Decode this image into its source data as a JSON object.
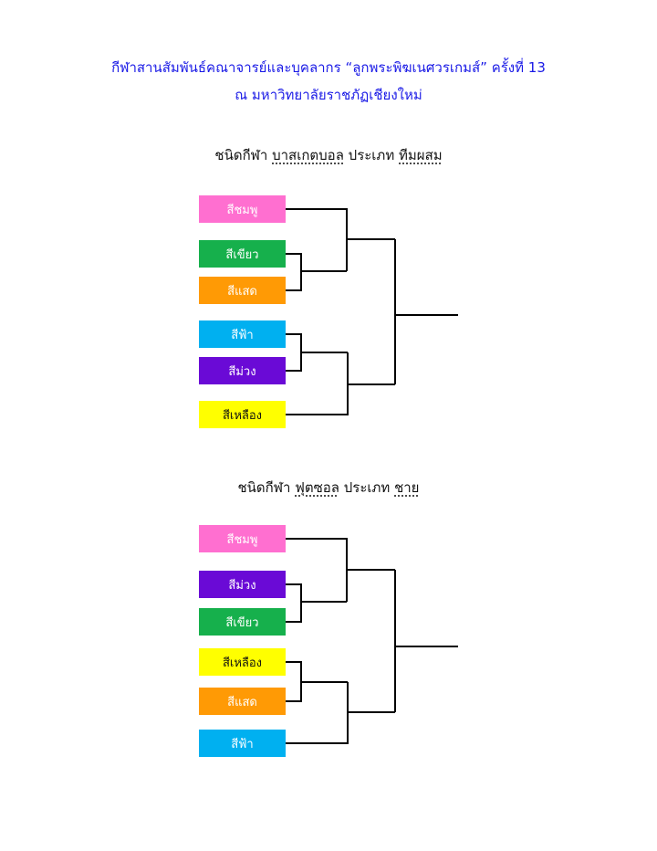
{
  "header": {
    "line1": "กีฬาสานสัมพันธ์คณาจารย์และบุคลากร “ลูกพระพิฆเนศวรเกมส์” ครั้งที่ 13",
    "line2": "ณ มหาวิทยาลัยราชภัฏเชียงใหม่"
  },
  "colors": {
    "title": "#1a1ae6",
    "pink": "#ff6fd0",
    "green": "#16b04c",
    "orange": "#ff9a05",
    "skyblue": "#00b0f0",
    "purple": "#6a0ad6",
    "yellow": "#ffff00"
  },
  "brackets": [
    {
      "label_sport": "ชนิดกีฬา",
      "sport": "บาสเกตบอล",
      "label_type": "ประเภท",
      "type": "ทีมผสม",
      "teams": [
        {
          "name": "สีชมพู",
          "color": "#ff6fd0",
          "text_color": "#ffffff"
        },
        {
          "name": "สีเขียว",
          "color": "#16b04c",
          "text_color": "#ffffff"
        },
        {
          "name": "สีแสด",
          "color": "#ff9a05",
          "text_color": "#ffffff"
        },
        {
          "name": "สีฟ้า",
          "color": "#00b0f0",
          "text_color": "#ffffff"
        },
        {
          "name": "สีม่วง",
          "color": "#6a0ad6",
          "text_color": "#ffffff"
        },
        {
          "name": "สีเหลือง",
          "color": "#ffff00",
          "text_color": "#111111"
        }
      ]
    },
    {
      "label_sport": "ชนิดกีฬา",
      "sport": "ฟุตซอล",
      "label_type": "ประเภท",
      "type": "ชาย",
      "teams": [
        {
          "name": "สีชมพู",
          "color": "#ff6fd0",
          "text_color": "#ffffff"
        },
        {
          "name": "สีม่วง",
          "color": "#6a0ad6",
          "text_color": "#ffffff"
        },
        {
          "name": "สีเขียว",
          "color": "#16b04c",
          "text_color": "#ffffff"
        },
        {
          "name": "สีเหลือง",
          "color": "#ffff00",
          "text_color": "#111111"
        },
        {
          "name": "สีแสด",
          "color": "#ff9a05",
          "text_color": "#ffffff"
        },
        {
          "name": "สีฟ้า",
          "color": "#00b0f0",
          "text_color": "#ffffff"
        }
      ]
    }
  ]
}
